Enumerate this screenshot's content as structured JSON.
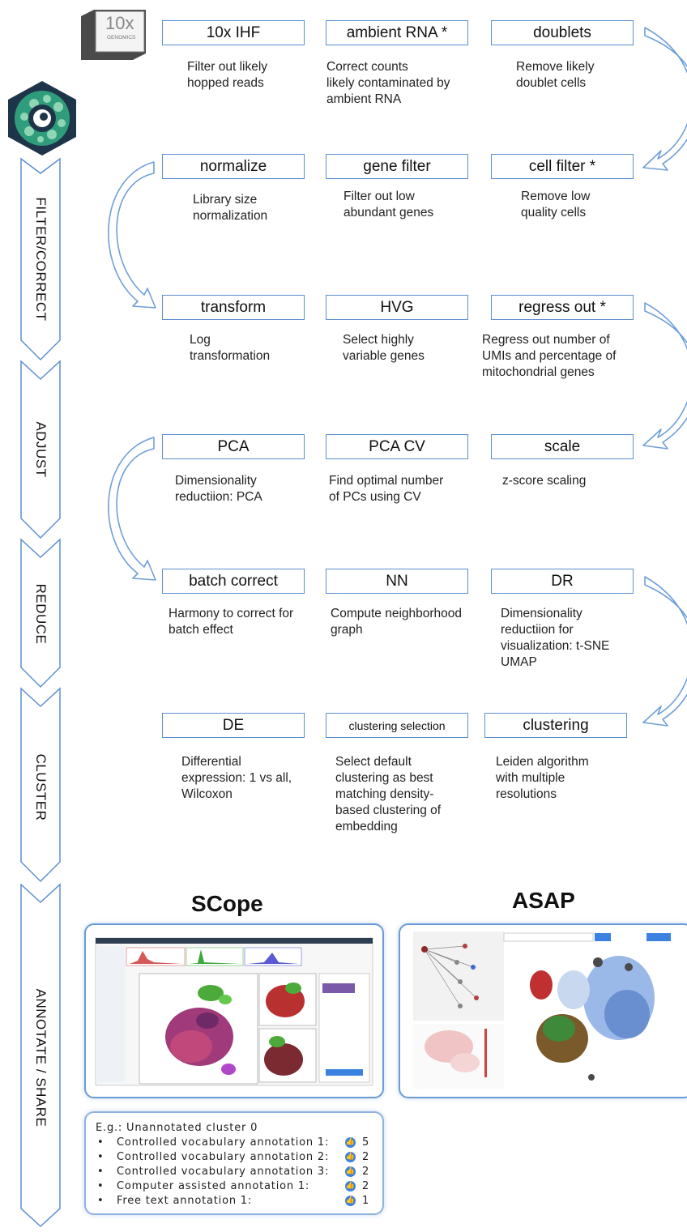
{
  "logo_10x": {
    "big": "10x",
    "small": "GENOMICS"
  },
  "stages": [
    {
      "label": "FILTER/CORRECT"
    },
    {
      "label": "ADJUST"
    },
    {
      "label": "REDUCE"
    },
    {
      "label": "CLUSTER"
    },
    {
      "label": "ANNOTATE / SHARE"
    }
  ],
  "steps": [
    {
      "label": "10x IHF",
      "desc": "Filter out likely\nhopped reads"
    },
    {
      "label": "ambient RNA *",
      "desc": "Correct counts\nlikely contaminated by\nambient RNA"
    },
    {
      "label": "doublets",
      "desc": "Remove likely\ndoublet cells"
    },
    {
      "label": "normalize",
      "desc": "Library size\nnormalization"
    },
    {
      "label": "gene filter",
      "desc": "Filter out low\nabundant genes"
    },
    {
      "label": "cell filter *",
      "desc": "Remove low\nquality cells"
    },
    {
      "label": "transform",
      "desc": "Log\ntransformation"
    },
    {
      "label": "HVG",
      "desc": "Select highly\nvariable genes"
    },
    {
      "label": "regress out *",
      "desc": "Regress out number of\nUMIs and percentage of\nmitochondrial genes"
    },
    {
      "label": "PCA",
      "desc": "Dimensionality\nreductiion: PCA"
    },
    {
      "label": "PCA CV",
      "desc": "Find optimal number\nof PCs using CV"
    },
    {
      "label": "scale",
      "desc": "z-score scaling"
    },
    {
      "label": "batch correct",
      "desc": "Harmony to correct for\nbatch effect"
    },
    {
      "label": "NN",
      "desc": "Compute neighborhood\ngraph"
    },
    {
      "label": "DR",
      "desc": "Dimensionality\nreductiion for\nvisualization: t-SNE\nUMAP"
    },
    {
      "label": "DE",
      "desc": "Differential\nexpression: 1 vs all,\nWilcoxon"
    },
    {
      "label": "clustering selection",
      "desc": "Select default\nclustering as best\nmatching density-\nbased clustering of\nembedding"
    },
    {
      "label": "clustering",
      "desc": "Leiden algorithm\nwith multiple\nresolutions"
    }
  ],
  "tools": {
    "scope_title": "SCope",
    "asap_title": "ASAP"
  },
  "annotation": {
    "heading": "E.g.: Unannotated cluster 0",
    "rows": [
      {
        "label": "Controlled vocabulary annotation 1:",
        "count": "5"
      },
      {
        "label": "Controlled vocabulary annotation 2:",
        "count": "2"
      },
      {
        "label": "Controlled vocabulary annotation 3:",
        "count": "2"
      },
      {
        "label": "Computer assisted annotation 1:",
        "count": "2"
      },
      {
        "label": "Free text annotation 1:",
        "count": "1"
      }
    ]
  },
  "colors": {
    "box_border": "#5b8fcf",
    "arrow": "#6f9fd8",
    "thumb": "#3b82e0"
  }
}
